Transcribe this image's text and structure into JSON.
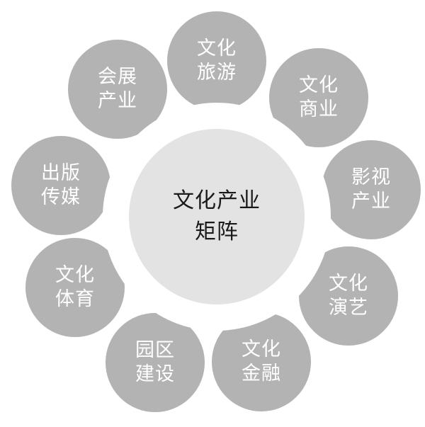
{
  "diagram": {
    "center": {
      "title": "文化产业\n矩阵",
      "fill": "#e3e3e3",
      "ring": "#ffffff"
    },
    "petal_fill": "#b3b3b3",
    "petal_text_color": "#ffffff",
    "petals": [
      {
        "label": "会展\n产业"
      },
      {
        "label": "出版\n传媒"
      },
      {
        "label": "文化\n体育"
      },
      {
        "label": "园区\n建设"
      },
      {
        "label": "文化\n金融"
      },
      {
        "label": "文化\n演艺"
      },
      {
        "label": "影视\n产业"
      },
      {
        "label": "文化\n商业"
      },
      {
        "label": "文化\n旅游"
      }
    ]
  }
}
